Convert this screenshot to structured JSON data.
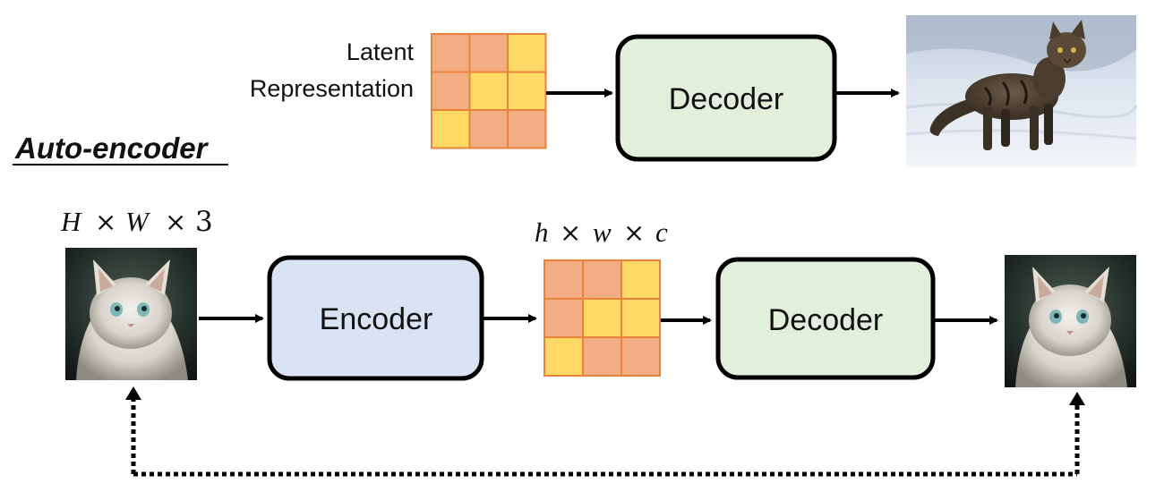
{
  "decoder_only": {
    "latent_label_line1": "Latent",
    "latent_label_line2": "Representation",
    "decoder_label": "Decoder",
    "output_image": "cat-on-snow-photo"
  },
  "section_title": "Auto-encoder",
  "autoencoder": {
    "input_dims": {
      "H": "H",
      "W": "W",
      "three": "3",
      "times": "×"
    },
    "encoder_label": "Encoder",
    "latent_dims": {
      "h": "h",
      "w": "w",
      "c": "c",
      "times": "×"
    },
    "decoder_label": "Decoder",
    "input_image": "fluffy-cat-portrait",
    "output_image": "fluffy-cat-portrait-reconstruction"
  },
  "grid_colors": {
    "orange": "#F2AE82",
    "yellow": "#FFD966",
    "border": "#E8833A"
  },
  "box_colors": {
    "decoder_fill": "#E2EFDA",
    "encoder_fill": "#DAE3F3",
    "stroke": "#000000"
  },
  "latent_pattern": [
    [
      "orange",
      "orange",
      "yellow"
    ],
    [
      "orange",
      "yellow",
      "yellow"
    ],
    [
      "yellow",
      "orange",
      "orange"
    ]
  ]
}
